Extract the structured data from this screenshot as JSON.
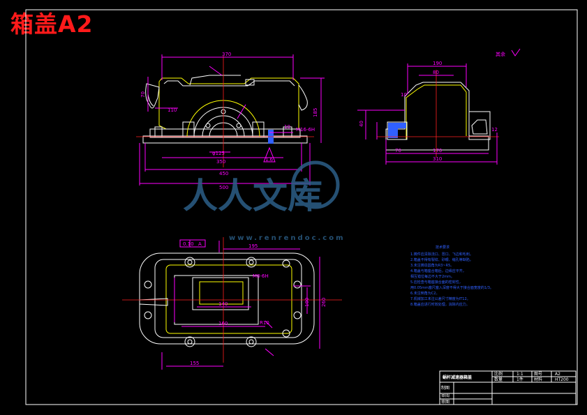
{
  "sheet": {
    "title": "箱盖A2",
    "surface_note": "其余"
  },
  "front_view": {
    "dims": {
      "top_width": "370",
      "flange_width": "350",
      "total_width": "450",
      "base_width": "500",
      "height": "185",
      "bore_dia": "φ125",
      "left_height": "70",
      "inner_height": "110",
      "hole_spec": "M16-6H",
      "side_small": "10",
      "roughness": "1.6"
    }
  },
  "side_view": {
    "dims": {
      "top_width": "190",
      "inner_width": "80",
      "width_170": "170",
      "width_70": "70",
      "total": "310",
      "height_40": "40",
      "right_12": "12",
      "left_10": "10"
    }
  },
  "plan_view": {
    "dims": {
      "tolerance_a": "0.10",
      "tolerance_b": "A",
      "top_195": "195",
      "w140": "140",
      "w160": "160",
      "bottom_155": "155",
      "h260": "260",
      "h100": "100",
      "hole_spec": "M8-6H",
      "r10": "R10"
    }
  },
  "notes": {
    "heading": "技术要求",
    "lines": [
      "1.铸件应清除浇口、冒口、飞边和毛刺。",
      "2.箱盖不得有裂纹、砂眼、缩孔等缺陷。",
      "3.未注铸造圆角为R3~R5。",
      "4.箱盖与箱座合箱后，边缘应平齐，",
      "  相互错位每边不大于2mm。",
      "5.应检查与箱座接合面的密封性，",
      "  用0.05mm塞尺塞入深度不得大于接合面宽度的1/3。",
      "6.未注倒角为C2。",
      "7.机械加工未注公差尺寸精度为IT12。",
      "8.箱盖应进行时效处理，消除内应力。"
    ]
  },
  "title_block": {
    "name": "蜗杆减速器箱盖",
    "scale_label": "比例",
    "scale_value": "1:1",
    "drawing_no_label": "图号",
    "drawing_no_value": "A2",
    "qty_label": "数量",
    "qty_value": "1件",
    "material_label": "材料",
    "material_value": "HT200",
    "designer_label": "制图",
    "checker_label": "审阅",
    "reviewer_label": "审图"
  },
  "watermark": {
    "text": "人人文库",
    "url": "www.renrendoc.com"
  }
}
